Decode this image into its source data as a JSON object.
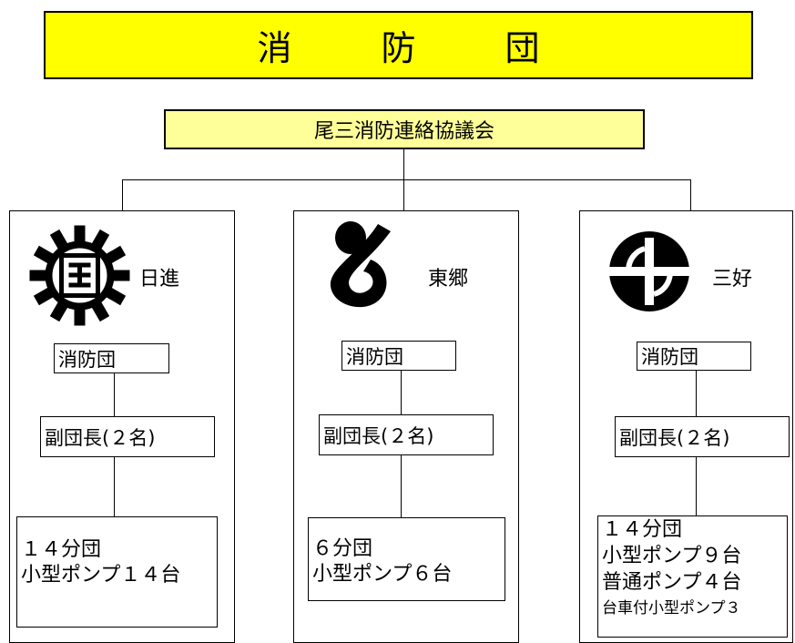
{
  "banner": {
    "chars": [
      "消",
      "防",
      "団"
    ]
  },
  "council": "尾三消防連絡協議会",
  "columns": [
    {
      "city": "日進",
      "unit": "消防団",
      "deputy": "副団長(２名)",
      "details": [
        "１４分団",
        "小型ポンプ１４台"
      ]
    },
    {
      "city": "東郷",
      "unit": "消防団",
      "deputy": "副団長(２名)",
      "details": [
        "６分団",
        "小型ポンプ６台"
      ]
    },
    {
      "city": "三好",
      "unit": "消防団",
      "deputy": "副団長(２名)",
      "details": [
        "１４分団",
        "小型ポンプ９台",
        "普通ポンプ４台",
        "台車付小型ポンプ３"
      ]
    }
  ]
}
